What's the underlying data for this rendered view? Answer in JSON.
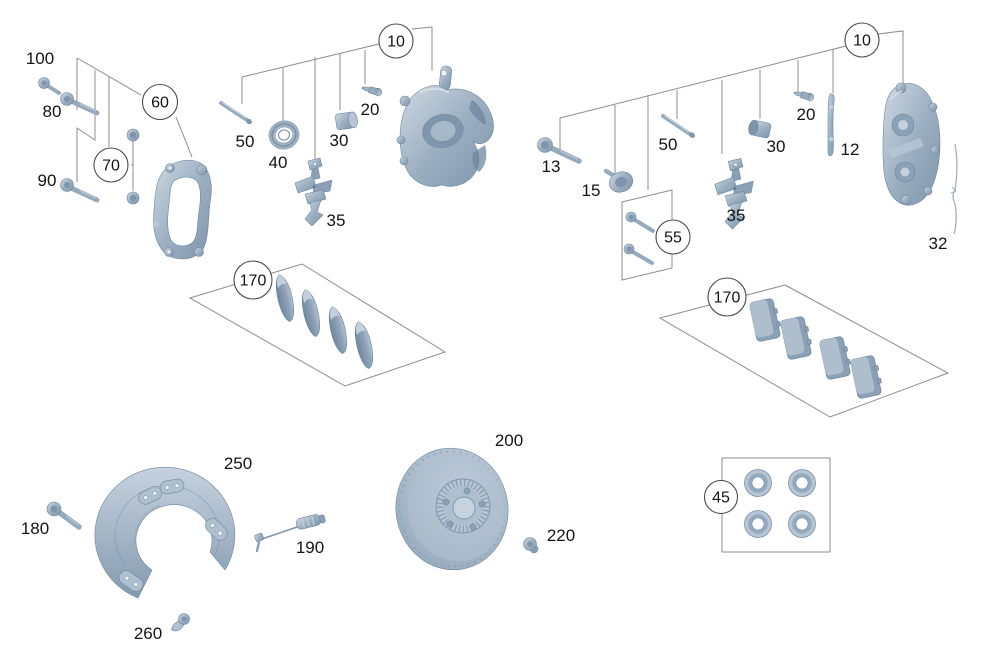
{
  "diagram": {
    "background": "#ffffff",
    "colors": {
      "part_base": "#96aabe",
      "part_light": "#c4d0dc",
      "part_dark": "#6e879e",
      "leader_line": "#8c8c8c",
      "callout_border": "#4a4a4a",
      "label_text": "#141414"
    },
    "left_assembly": {
      "callout_10": "10",
      "callout_60": "60",
      "callout_70": "70",
      "callout_170": "170",
      "label_100": "100",
      "label_80": "80",
      "label_90": "90",
      "label_50": "50",
      "label_40": "40",
      "label_30": "30",
      "label_20": "20",
      "label_35": "35"
    },
    "right_assembly": {
      "callout_10": "10",
      "callout_55": "55",
      "callout_170": "170",
      "callout_45": "45",
      "label_13": "13",
      "label_15": "15",
      "label_50": "50",
      "label_30": "30",
      "label_20": "20",
      "label_12": "12",
      "label_35": "35",
      "label_32": "32"
    },
    "bottom_assembly": {
      "label_180": "180",
      "label_250": "250",
      "label_260": "260",
      "label_190": "190",
      "label_200": "200",
      "label_220": "220"
    }
  }
}
